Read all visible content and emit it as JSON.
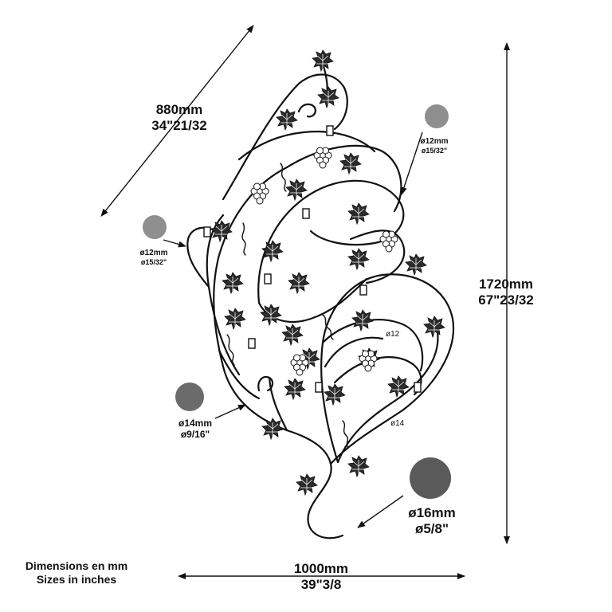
{
  "dimensions": {
    "width_diag": {
      "mm": "880mm",
      "inch": "34\"21/32"
    },
    "height": {
      "mm": "1720mm",
      "inch": "67\"23/32"
    },
    "base": {
      "mm": "1000mm",
      "inch": "39\"3/8"
    }
  },
  "diameters": {
    "top_right": {
      "mm": "ø12mm",
      "inch": "ø15/32\""
    },
    "left": {
      "mm": "ø12mm",
      "inch": "ø15/32\""
    },
    "lower_left": {
      "mm": "ø14mm",
      "inch": "ø9/16\""
    },
    "bottom_right": {
      "mm": "ø16mm",
      "inch": "ø5/8\""
    }
  },
  "inline_labels": {
    "d12": "ø12",
    "d14": "ø14"
  },
  "footer": {
    "line1": "Dimensions en mm",
    "line2": "Sizes in inches"
  },
  "colors": {
    "line": "#111111",
    "circle_light": "#8f8f8f",
    "circle_mid": "#6b6b6b",
    "circle_dark": "#5a5a5a"
  }
}
